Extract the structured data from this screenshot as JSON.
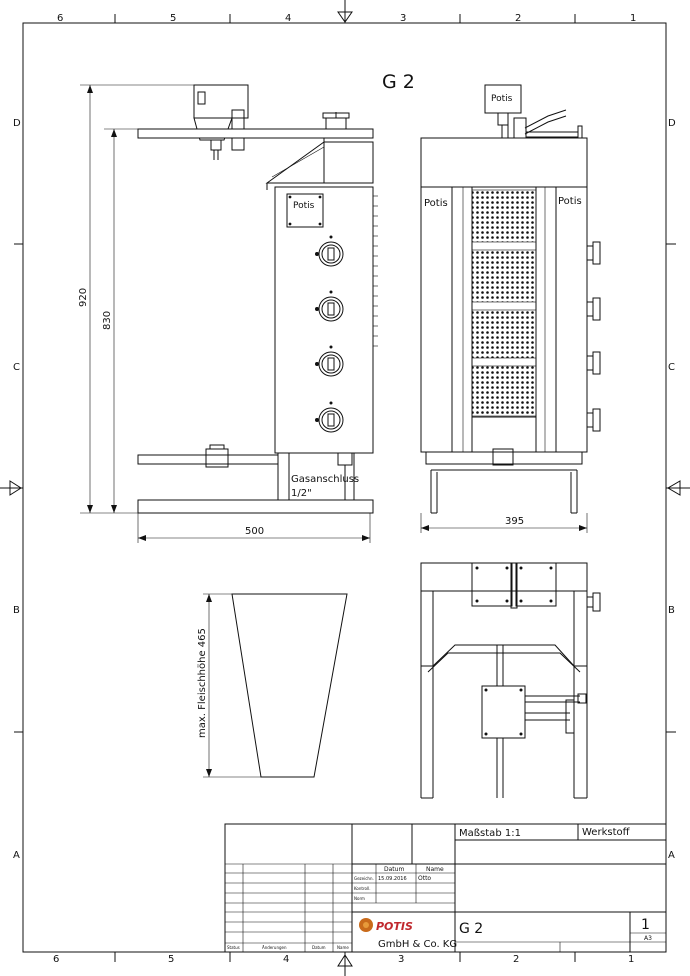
{
  "drawing": {
    "title": "G 2",
    "border_columns": [
      "6",
      "5",
      "4",
      "3",
      "2",
      "1"
    ],
    "border_rows": [
      "D",
      "C",
      "B",
      "A"
    ]
  },
  "side_view": {
    "brand_plate": "Potis",
    "dim_height_total": "920",
    "dim_height_body": "830",
    "dim_width": "500",
    "gas_label_line1": "Gasanschluss",
    "gas_label_line2": "1/2\""
  },
  "front_view": {
    "top_plate": "Potis",
    "left_label": "Potis",
    "right_label": "Potis",
    "dim_width": "395"
  },
  "cone": {
    "label": "max. Fleischhöhe  465"
  },
  "title_block": {
    "scale": "Maßstab 1:1",
    "material": "Werkstoff",
    "datum_header": "Datum",
    "name_header": "Name",
    "row_gezeichnet": "Gezeichn.",
    "row_kontrolliert": "Kontroll.",
    "row_norm": "Norm",
    "date_value": "15.09.2016",
    "name_value": "Otto",
    "company_logo": "POTIS",
    "company": "GmbH & Co. KG",
    "part_name": "G 2",
    "sheet_number": "1",
    "sheet_format": "A3",
    "rev_status": "Status",
    "rev_changes": "Änderungen",
    "rev_date": "Datum",
    "rev_name": "Name"
  }
}
